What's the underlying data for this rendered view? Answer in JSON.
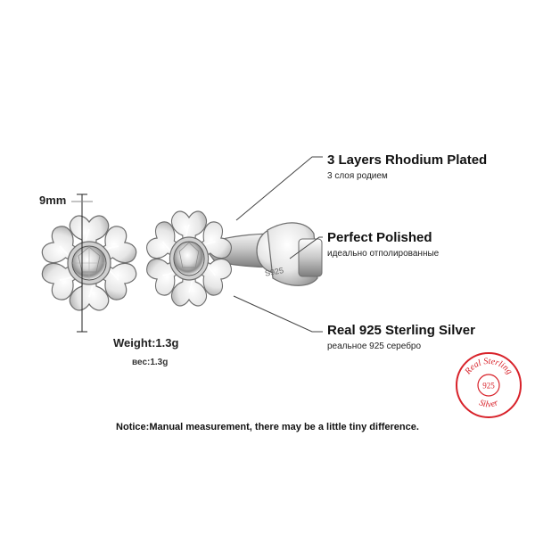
{
  "measurements": {
    "size_label": "9mm",
    "weight_label": "Weight:1.3g",
    "weight_label_ru": "вес:1.3g"
  },
  "features": [
    {
      "title": "3 Layers Rhodium Plated",
      "subtitle": "3 слоя родием"
    },
    {
      "title": "Perfect Polished",
      "subtitle": "идеально отполированные"
    },
    {
      "title": "Real 925 Sterling Silver",
      "subtitle": "реальное 925 серебро"
    }
  ],
  "notice": "Notice:Manual measurement, there may be a little tiny difference.",
  "stamp_text": "S925",
  "seal": {
    "top_text": "Real Sterling",
    "center_text": "925",
    "bottom_text": "Silver",
    "color": "#d8222a"
  },
  "colors": {
    "silver_dark": "#7a7a7a",
    "silver_light": "#f3f3f3",
    "callout_line": "#444444"
  }
}
